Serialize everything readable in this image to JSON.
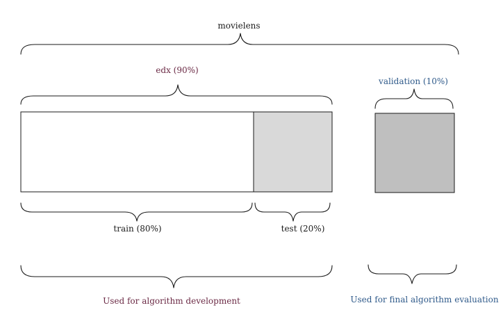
{
  "labels": {
    "movielens": "movielens",
    "edx": "edx (90%)",
    "validation": "validation (10%)",
    "train": "train (80%)",
    "test": "test (20%)",
    "development_use": "Used for algorithm development",
    "evaluation_use": "Used for final algorithm evaluation"
  },
  "colors": {
    "edx_label": "#6b2a45",
    "validation_label": "#2f5a8a",
    "train_fill": "#ffffff",
    "test_fill": "#d9d9d9",
    "validation_fill": "#bfbfbf",
    "text": "#1a1a1a",
    "outline": "#1a1a1a"
  }
}
